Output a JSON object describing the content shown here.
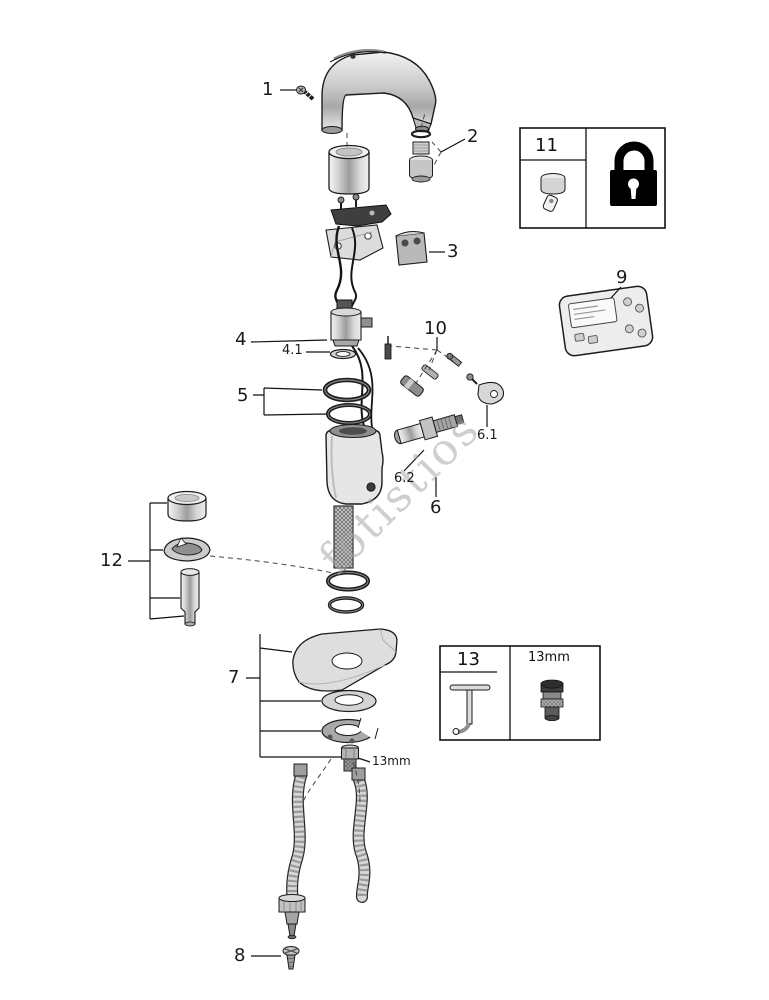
{
  "watermark": {
    "text": "fotistios"
  },
  "callouts": {
    "c1": "1",
    "c2": "2",
    "c3": "3",
    "c4": "4",
    "c4_1": "4.1",
    "c5": "5",
    "c6": "6",
    "c6_1": "6.1",
    "c6_2": "6.2",
    "c7": "7",
    "c8": "8",
    "c9": "9",
    "c10": "10",
    "c12": "12",
    "c13mm": "13mm"
  },
  "boxes": {
    "box11": {
      "label": "11",
      "icons": {
        "cap": "cap-part-icon",
        "lock": "padlock-icon"
      }
    },
    "box13": {
      "label": "13",
      "size": "13mm",
      "icons": {
        "wrench": "t-wrench-icon",
        "socket": "socket-tool-icon"
      }
    }
  },
  "colors": {
    "outline": "#1c1c1c",
    "part_light": "#e6e6e6",
    "part_mid": "#b3b3b3",
    "part_dark": "#3f3f3f",
    "lock_fill": "#000000",
    "watermark": "#a8a8a8"
  }
}
